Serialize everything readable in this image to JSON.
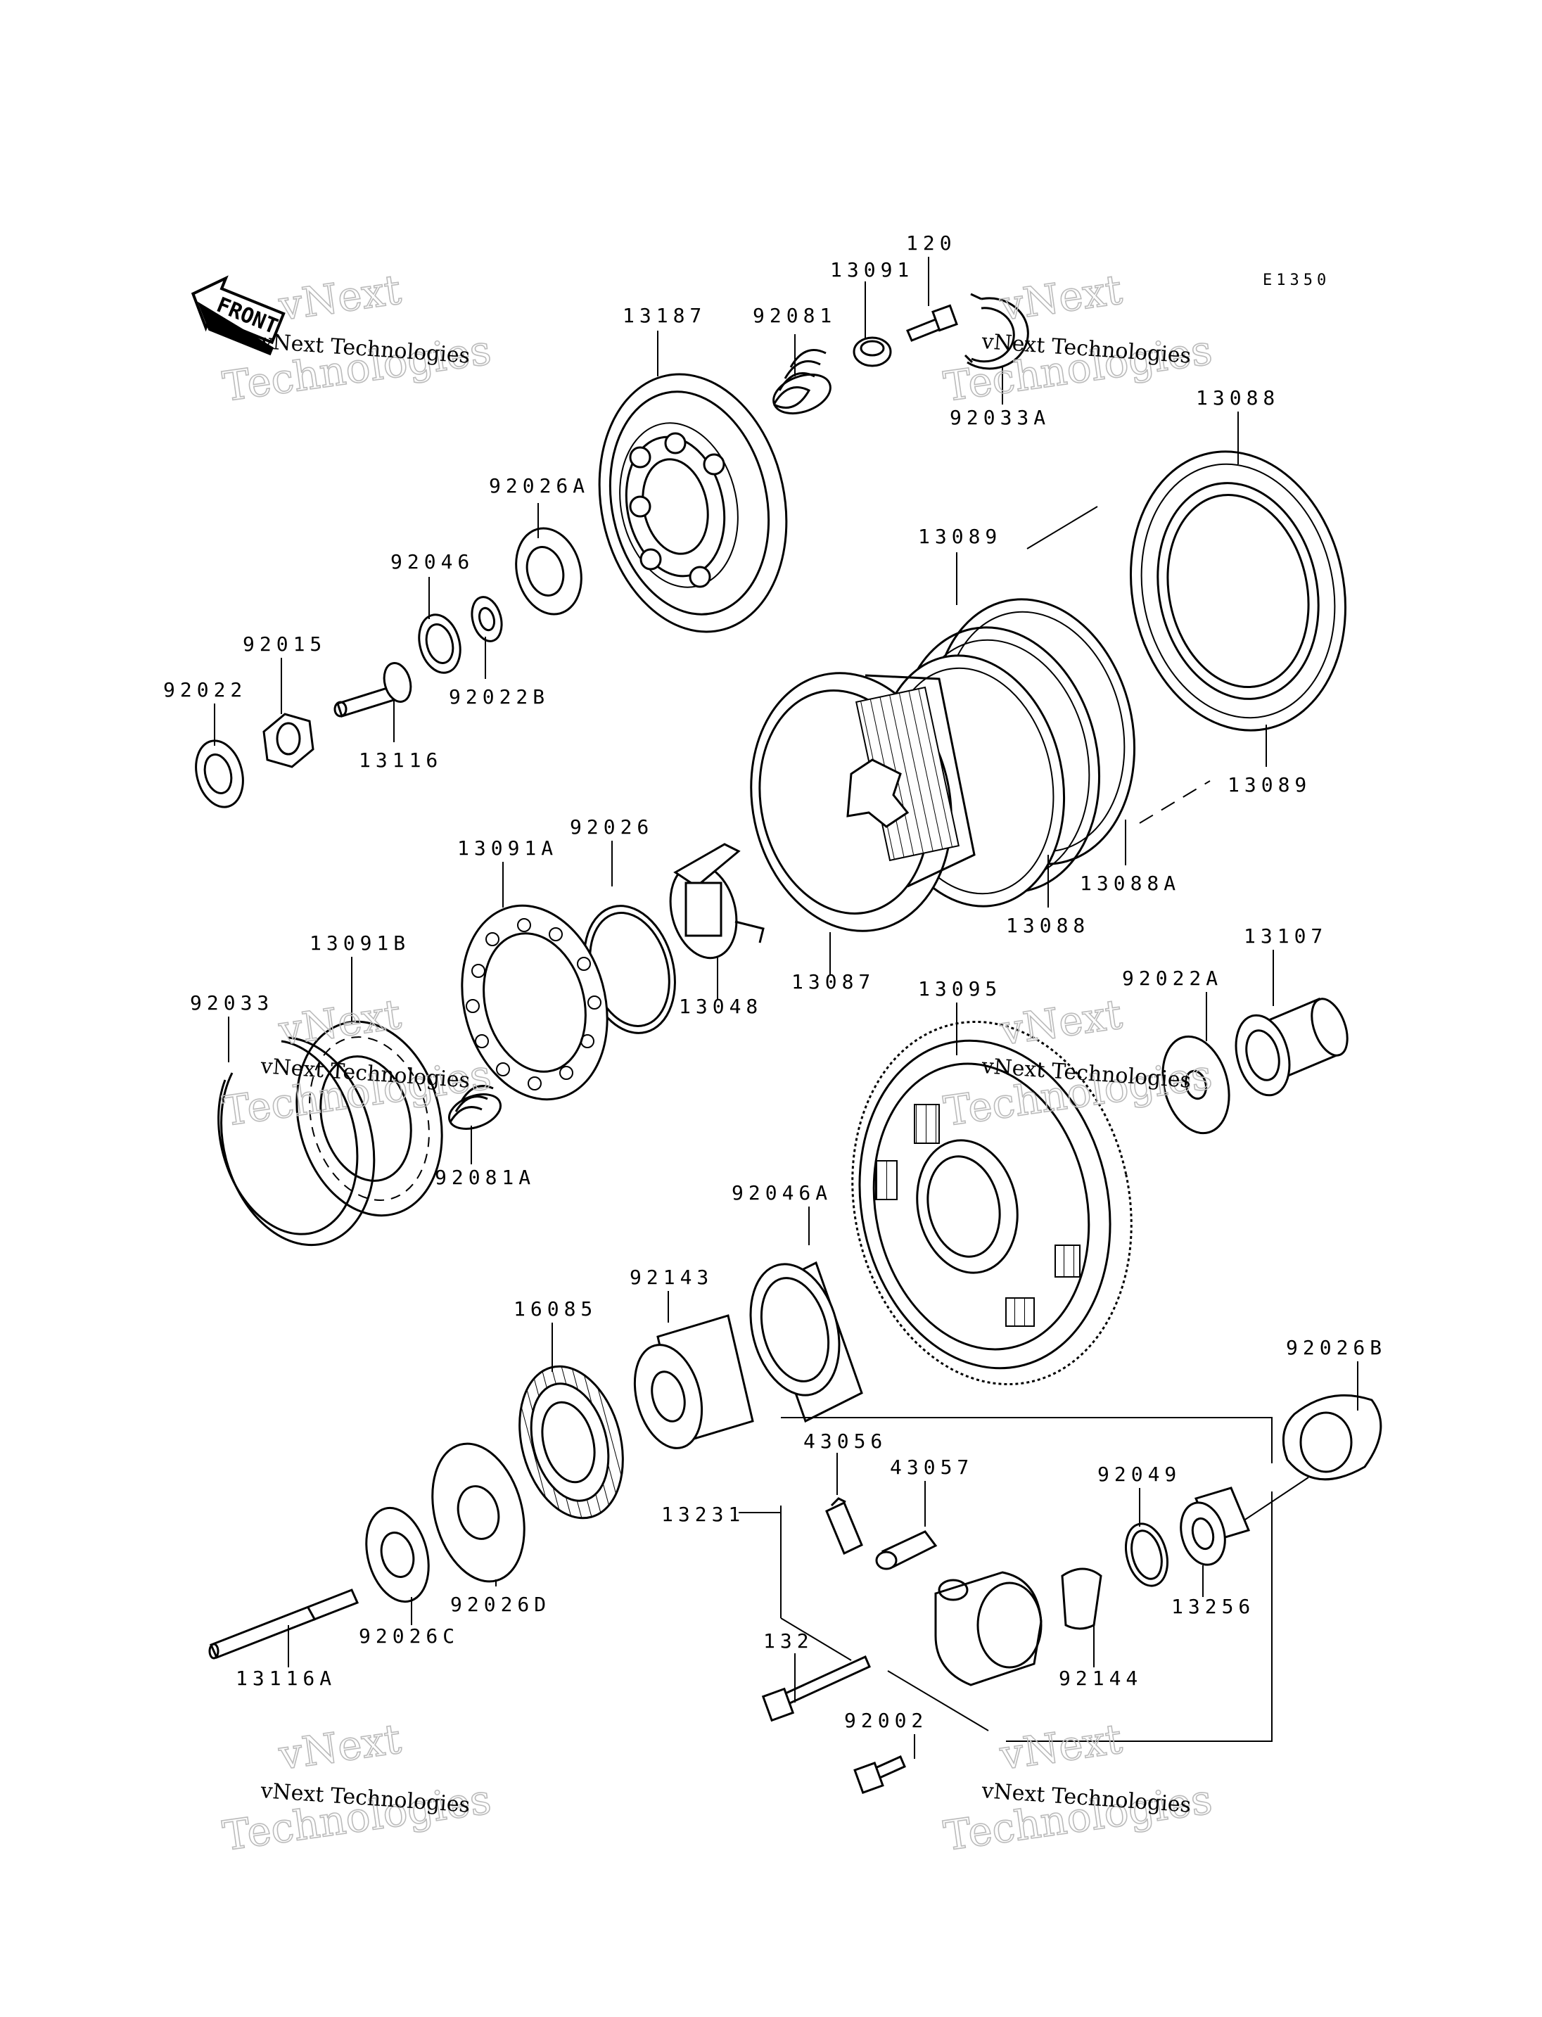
{
  "diagram_code": "E1350",
  "front_label": "FRONT",
  "watermark": {
    "line1": "vNext Technologies",
    "line2": "Technologies",
    "brand": "vNext"
  },
  "parts": {
    "p13187": "13187",
    "p92081": "92081",
    "p13091": "13091",
    "p120": "120",
    "p92033A": "92033A",
    "p13088_top": "13088",
    "p92026A": "92026A",
    "p92046": "92046",
    "p92015": "92015",
    "p92022": "92022",
    "p92022B": "92022B",
    "p13116": "13116",
    "p13089_top": "13089",
    "p13089_bottom": "13089",
    "p13088A": "13088A",
    "p13088_bottom": "13088",
    "p13091A": "13091A",
    "p92026": "92026",
    "p13048": "13048",
    "p13087": "13087",
    "p13095": "13095",
    "p92022A": "92022A",
    "p13107": "13107",
    "p13091B": "13091B",
    "p92033": "92033",
    "p92081A": "92081A",
    "p92046A": "92046A",
    "p92143": "92143",
    "p16085": "16085",
    "p92026B": "92026B",
    "p43056": "43056",
    "p43057": "43057",
    "p92049": "92049",
    "p13231": "13231",
    "p13256": "13256",
    "p132": "132",
    "p92144": "92144",
    "p92002": "92002",
    "p92026C": "92026C",
    "p92026D": "92026D",
    "p13116A": "13116A"
  }
}
